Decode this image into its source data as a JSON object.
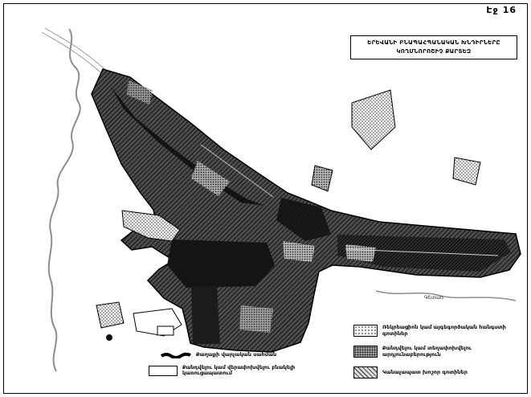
{
  "page": {
    "label": "Էջ 16"
  },
  "map": {
    "title_line1": "ԵՐԵՎԱՆԻ ԲՆԱՊԱՀՊԱՆԱԿԱՆ ԽՆԴԻՐՆԵՐԸ",
    "title_line2": "ԿՈՂՄՆՈՐՈՇԻՉ ՔԱՐՏԵԶ",
    "river_label": "Գետառ"
  },
  "legend_left": {
    "items": [
      {
        "swatch": "boundary-line",
        "label": "Քաղաքի վարչական սահման"
      },
      {
        "swatch": "outlined-area",
        "label": "Քանդվելու կամ վերափոխվելու բնակելի կառուցապատում"
      }
    ]
  },
  "legend_right": {
    "items": [
      {
        "swatch": "stipple-light",
        "label": "Ռեկրեացիոն կամ այգեգործական հանգստի գոտիներ"
      },
      {
        "swatch": "stipple-dark",
        "label": "Քանդվելու կամ տեղափոխվելու արդյունաբերություն"
      },
      {
        "swatch": "diagonal-hatch",
        "label": "Կանաչապատ խոշոր գոտիներ"
      }
    ]
  },
  "colors": {
    "ink": "#000000",
    "paper": "#ffffff",
    "river": "#8d8d8d"
  }
}
